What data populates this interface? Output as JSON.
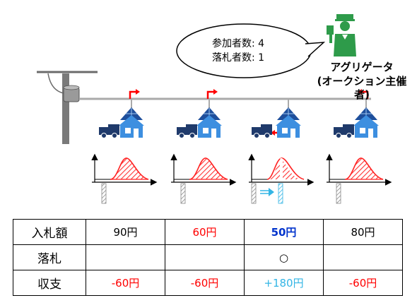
{
  "bubble": {
    "line1": "参加者数: 4",
    "line2": "落札者数: 1"
  },
  "aggregator": {
    "line1": "アグリゲータ",
    "line2": "(オークション主催者)",
    "icon": "auctioneer-person-icon",
    "color": "#2e9b4a"
  },
  "colors": {
    "red": "#ff0000",
    "blue": "#0033cc",
    "cyan": "#33b5e5",
    "house": "#3d8fe0",
    "truck": "#1f3a6b",
    "panel": "#1e4f9c",
    "curve_fill": "#ff4444"
  },
  "table": {
    "rows": [
      {
        "header": "入札額",
        "cells": [
          {
            "text": "90円",
            "color": "#000000",
            "bold": false
          },
          {
            "text": "60円",
            "color": "#ff0000",
            "bold": false
          },
          {
            "text": "50円",
            "color": "#0033cc",
            "bold": true
          },
          {
            "text": "80円",
            "color": "#000000",
            "bold": false
          }
        ]
      },
      {
        "header": "落札",
        "cells": [
          {
            "text": "",
            "color": "#000000",
            "bold": false
          },
          {
            "text": "",
            "color": "#000000",
            "bold": false
          },
          {
            "text": "○",
            "color": "#000000",
            "bold": false
          },
          {
            "text": "",
            "color": "#000000",
            "bold": false
          }
        ]
      },
      {
        "header": "収支",
        "cells": [
          {
            "text": "-60円",
            "color": "#ff0000",
            "bold": false
          },
          {
            "text": "-60円",
            "color": "#ff0000",
            "bold": false
          },
          {
            "text": "+180円",
            "color": "#33b5e5",
            "bold": false
          },
          {
            "text": "-60円",
            "color": "#ff0000",
            "bold": false
          }
        ]
      }
    ]
  }
}
